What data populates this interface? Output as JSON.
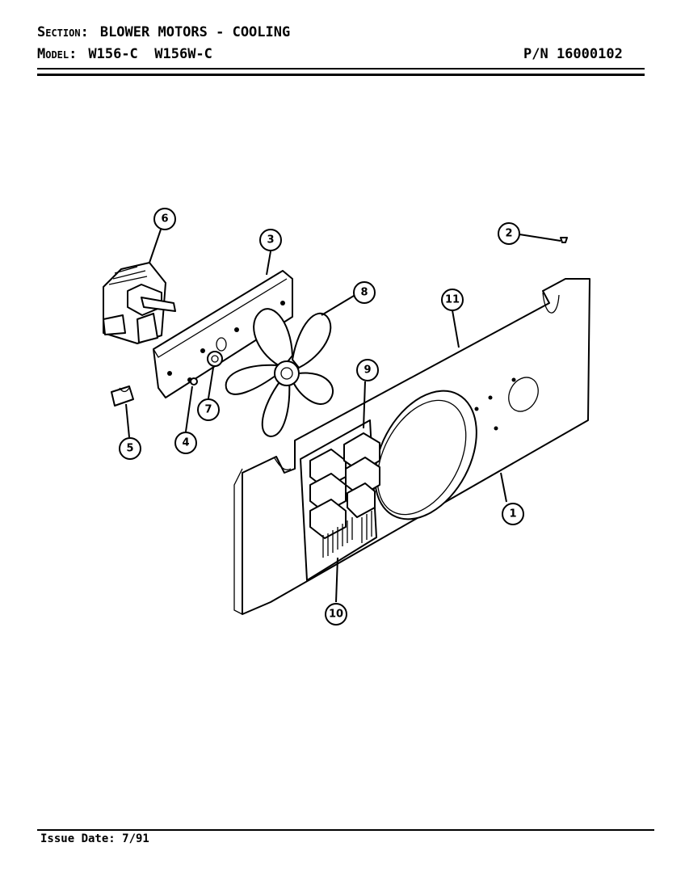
{
  "header": {
    "section_label": "Section:",
    "section_value": "BLOWER MOTORS - COOLING",
    "model_label": "Model:",
    "model_value": "W156-C  W156W-C",
    "part_number": "P/N 16000102"
  },
  "footer": {
    "issue_date": "Issue Date: 7/91"
  },
  "callouts": [
    "1",
    "2",
    "3",
    "4",
    "5",
    "6",
    "7",
    "8",
    "9",
    "10",
    "11"
  ]
}
